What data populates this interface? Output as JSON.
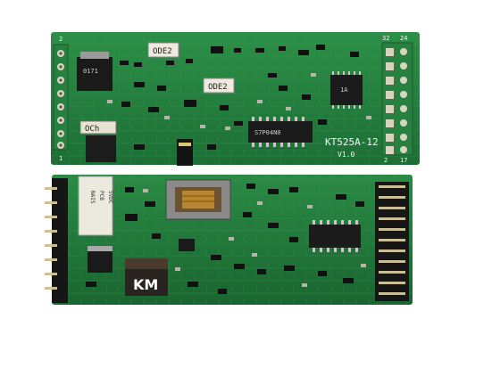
{
  "top_board": {
    "model_label": "KT525A-12",
    "version_label": "V1.0",
    "pin_numbers": {
      "top_left": "2",
      "bottom_left": "1",
      "top_right_a": "32",
      "top_right_b": "24",
      "bottom_right_a": "2",
      "bottom_right_b": "17"
    },
    "component_labels": {
      "chip_a": "ODE2",
      "chip_b": "ODE2",
      "inductor": "OCh",
      "regulator": "0171",
      "ic_main": "S7P04N0",
      "ic_small": "1A"
    }
  },
  "bottom_board": {
    "transformer_label": "KM",
    "relay_lines": [
      "NAIS",
      "PCB",
      "5VDC"
    ]
  },
  "colors": {
    "pcb_green": "#1f7a3a",
    "pcb_green_light": "#2d9a4c",
    "header_black": "#161616",
    "pin_metal": "#cbbf9a",
    "ic_body": "#1b1b1b",
    "transformer_core": "#6b5230"
  }
}
